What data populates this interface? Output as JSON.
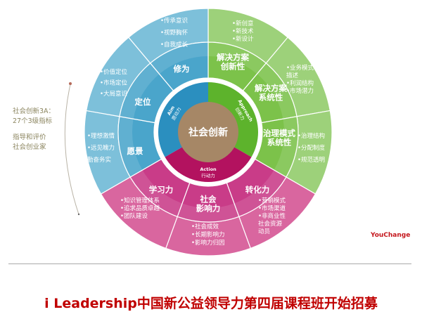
{
  "center": {
    "label": "社会创新",
    "color": "#a68766"
  },
  "inner_ring": [
    {
      "label_en": "Approach",
      "label_cn": "创新力",
      "color": "#5db32c"
    },
    {
      "label_en": "Action",
      "label_cn": "行动力",
      "color": "#b3125f"
    },
    {
      "label_en": "Aim",
      "label_cn": "愿动力",
      "color": "#2b8fbf"
    }
  ],
  "segments": [
    {
      "label": [
        "解决方案",
        "创新性"
      ],
      "bullets": [
        "•新创意",
        "•新技术",
        "•新设计"
      ],
      "mid_color": "#7cc24a",
      "outer_color": "#9dd17a"
    },
    {
      "label": [
        "解决方案",
        "系统性"
      ],
      "bullets": [
        "•业务模式",
        "描述",
        "•利润结构",
        "•市场潜力"
      ],
      "mid_color": "#7cc24a",
      "outer_color": "#9dd17a"
    },
    {
      "label": [
        "治理模式",
        "系统性"
      ],
      "bullets": [
        "•治理结构",
        "•分配制度",
        "•规范透明"
      ],
      "mid_color": "#7cc24a",
      "outer_color": "#9dd17a"
    },
    {
      "label": [
        "转化力"
      ],
      "bullets": [
        "•营销模式",
        "•市场渠道",
        "•非商业性",
        "社会资源",
        "动员"
      ],
      "mid_color": "#c93c88",
      "outer_color": "#d9669f"
    },
    {
      "label": [
        "社会",
        "影响力"
      ],
      "bullets": [
        "•社会成效",
        "•长期影响力",
        "•影响力归因"
      ],
      "mid_color": "#c93c88",
      "outer_color": "#d9669f"
    },
    {
      "label": [
        "学习力"
      ],
      "bullets": [
        "•知识管理体系",
        "•追求品质卓越",
        "•团队建设"
      ],
      "mid_color": "#c93c88",
      "outer_color": "#d9669f"
    },
    {
      "label": [
        "愿景"
      ],
      "bullets": [
        "•理想激情",
        "•远见魄力",
        "勤奋务实"
      ],
      "mid_color": "#4aa5cb",
      "outer_color": "#7dc0da"
    },
    {
      "label": [
        "定位"
      ],
      "bullets": [
        "•价值定位",
        "•市场定位",
        "•大局意识"
      ],
      "mid_color": "#4aa5cb",
      "outer_color": "#7dc0da"
    },
    {
      "label": [
        "修为"
      ],
      "bullets": [
        "•传承意识",
        "•视野胸怀",
        "•自我成长"
      ],
      "mid_color": "#4aa5cb",
      "outer_color": "#7dc0da"
    }
  ],
  "side_note": {
    "line1": "社会创新3A：",
    "line2": "27个3级指标",
    "line3": "指导和评价",
    "line4": "社会创业家"
  },
  "logo": "YouChange",
  "title": "i Leadership中国新公益领导力第四届课程班开始招募"
}
